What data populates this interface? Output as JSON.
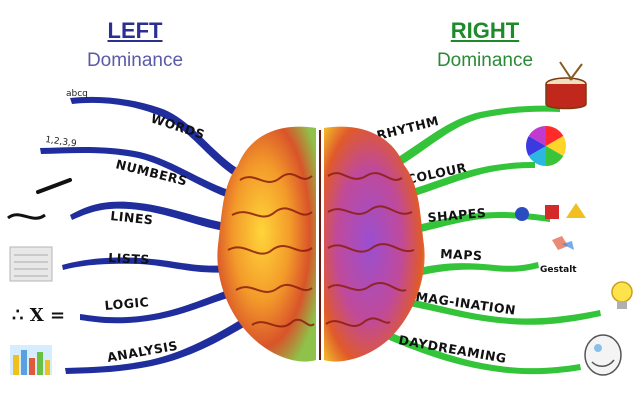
{
  "left": {
    "title": "LEFT",
    "subtitle": "Dominance",
    "branches": [
      "WORDS",
      "NUMBERS",
      "LINES",
      "LISTS",
      "LOGIC",
      "ANALYSIS"
    ],
    "word_sample": "abcq",
    "number_sample": "1,2,3,9",
    "logic_symbols": "∴ X =",
    "branch_color": "#1f2e9c"
  },
  "right": {
    "title": "RIGHT",
    "subtitle": "Dominance",
    "branches": [
      "RHYTHM",
      "COLOUR",
      "SHAPES",
      "MAPS",
      "IMAG-INATION",
      "DAYDREAMING"
    ],
    "map_label": "Gestalt",
    "branch_color": "#33c43a"
  }
}
